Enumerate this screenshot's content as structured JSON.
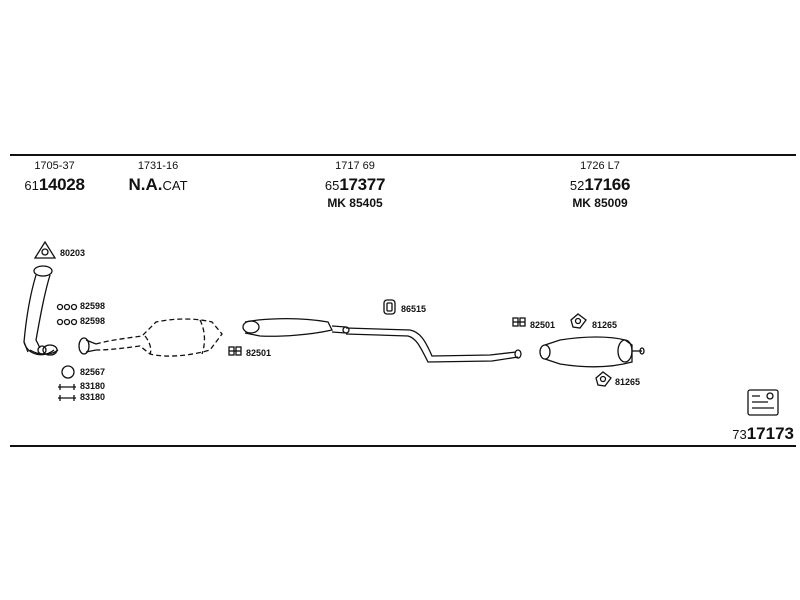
{
  "columns": [
    {
      "code": "1705-37",
      "prefix": "61",
      "number": "14028",
      "mk": ""
    },
    {
      "code": "1731-16",
      "cat_main": "N.A.",
      "cat_suffix": "CAT"
    },
    {
      "code": "1717 69",
      "prefix": "65",
      "number": "17377",
      "mk": "MK  85405"
    },
    {
      "code": "1726 L7",
      "prefix": "52",
      "number": "17166",
      "mk": "MK  85009"
    }
  ],
  "parts": {
    "p80203": "80203",
    "p82598a": "82598",
    "p82598b": "82598",
    "p82567": "82567",
    "p83180a": "83180",
    "p83180b": "83180",
    "p82501a": "82501",
    "p86515": "86515",
    "p82501b": "82501",
    "p81265a": "81265",
    "p81265b": "81265"
  },
  "footer": {
    "prefix": "73",
    "number": "17173",
    "icon": "toolbox-icon"
  },
  "colors": {
    "line": "#111111",
    "background": "#ffffff"
  }
}
